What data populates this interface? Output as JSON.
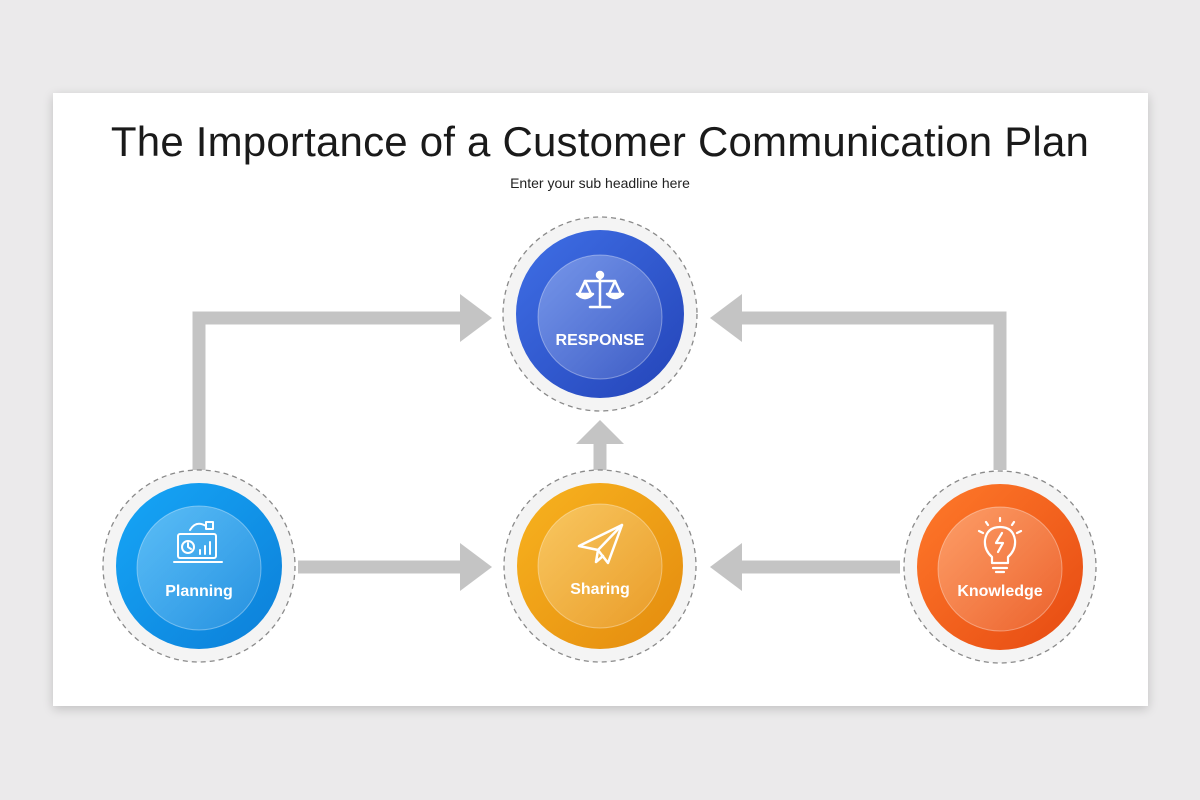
{
  "header": {
    "title": "The Importance of a Customer Communication Plan",
    "subtitle": "Enter your sub headline here"
  },
  "nodes": {
    "response": {
      "label": "RESPONSE",
      "icon": "scales-icon",
      "color": "#2f5fd6"
    },
    "planning": {
      "label": "Planning",
      "icon": "planning-icon",
      "color": "#1597ec"
    },
    "sharing": {
      "label": "Sharing",
      "icon": "paper-plane-icon",
      "color": "#f0a21a"
    },
    "knowledge": {
      "label": "Knowledge",
      "icon": "lightbulb-icon",
      "color": "#f5621d"
    }
  },
  "colors": {
    "connector": "#c4c4c4",
    "background": "#ebeaeb",
    "slide": "#ffffff"
  }
}
